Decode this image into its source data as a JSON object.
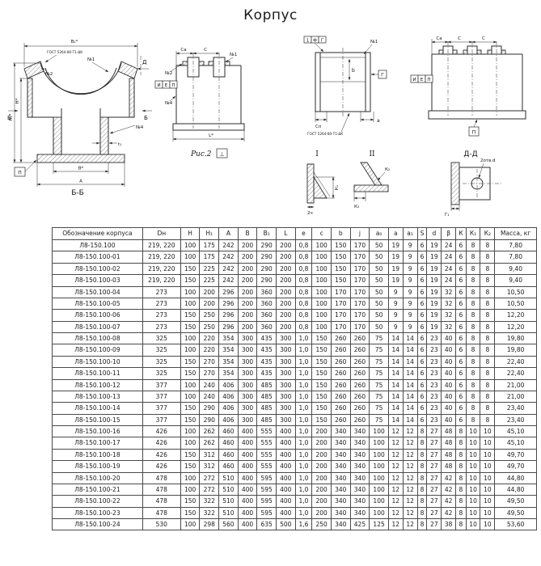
{
  "title": "Корпус",
  "drawings": {
    "bb": {
      "caption": "Б-Б",
      "dim_b1": "B₁*",
      "gost": "ГОСТ 5264-80-Т1-ΔК",
      "weld_no2": "№2",
      "weld_no1": "№1",
      "weld_no4": "№4",
      "section_d": "Д",
      "dim_h": "H*",
      "dim_h1": "H₁*",
      "section_b_left": "Б",
      "section_b_right": "Б",
      "t1": "t₁",
      "datum_p": "П",
      "dim_b": "B*",
      "dim_a": "A"
    },
    "front": {
      "caption": "Рис.2",
      "perp_symbol": "⊥",
      "dim_ca": "Cа",
      "dim_c": "C",
      "weld_no2": "№2",
      "weld_no1": "№1",
      "weld_no4": "№4",
      "datum1": "И",
      "datum2": "Е",
      "datum3": "П",
      "dim_l": "L*"
    },
    "side": {
      "datum1": "1",
      "datum2": "Ф",
      "datum3": "Г",
      "weld_no1": "№1",
      "dim_b_inner": "b",
      "dim_cp": "Cп",
      "dim_a": "a",
      "gost": "ГОСТ 5264-80-Т1-ΔК",
      "datum_g": "Г"
    },
    "back": {
      "dim_ca": "Cа",
      "dim_c1": "C",
      "dim_c2": "C",
      "datum1": "И",
      "datum2": "Е",
      "datum3": "П",
      "datum_p": "П"
    },
    "detail1": {
      "caption": "I",
      "dim_k1": "К₁",
      "note": "2ч"
    },
    "detail2": {
      "caption": "II",
      "dim_k2": "К₂",
      "dim_k3": "К₃"
    },
    "dd": {
      "caption": "Д-Д",
      "holes_note": "2отв.d",
      "dim_g1": "Г₁"
    }
  },
  "table": {
    "headers": [
      "Обозначение корпуса",
      "Dн",
      "H",
      "H₁",
      "A",
      "B",
      "B₁",
      "L",
      "e",
      "c",
      "b",
      "j",
      "a₀",
      "a",
      "a₁",
      "S",
      "d",
      "β",
      "К",
      "К₁",
      "К₂",
      "Масса, кг"
    ],
    "rows": [
      [
        "Л8-150.100",
        "219, 220",
        "100",
        "175",
        "242",
        "200",
        "290",
        "200",
        "0,8",
        "100",
        "150",
        "170",
        "50",
        "19",
        "9",
        "6",
        "19",
        "24",
        "6",
        "8",
        "8",
        "7,80"
      ],
      [
        "Л8-150.100-01",
        "219, 220",
        "100",
        "175",
        "242",
        "200",
        "290",
        "200",
        "0,8",
        "100",
        "150",
        "170",
        "50",
        "19",
        "9",
        "6",
        "19",
        "24",
        "6",
        "8",
        "8",
        "7,80"
      ],
      [
        "Л8-150.100-02",
        "219, 220",
        "150",
        "225",
        "242",
        "200",
        "290",
        "200",
        "0,8",
        "100",
        "150",
        "170",
        "50",
        "19",
        "9",
        "6",
        "19",
        "24",
        "6",
        "8",
        "8",
        "9,40"
      ],
      [
        "Л8-150.100-03",
        "219, 220",
        "150",
        "225",
        "242",
        "200",
        "290",
        "200",
        "0,8",
        "100",
        "150",
        "170",
        "50",
        "19",
        "9",
        "6",
        "19",
        "24",
        "6",
        "8",
        "8",
        "9,40"
      ],
      [
        "Л8-150.100-04",
        "273",
        "100",
        "200",
        "296",
        "200",
        "360",
        "200",
        "0,8",
        "100",
        "170",
        "170",
        "50",
        "9",
        "9",
        "6",
        "19",
        "32",
        "6",
        "8",
        "8",
        "10,50"
      ],
      [
        "Л8-150.100-05",
        "273",
        "100",
        "200",
        "296",
        "200",
        "360",
        "200",
        "0,8",
        "100",
        "170",
        "170",
        "50",
        "9",
        "9",
        "6",
        "19",
        "32",
        "6",
        "8",
        "8",
        "10,50"
      ],
      [
        "Л8-150.100-06",
        "273",
        "150",
        "250",
        "296",
        "200",
        "360",
        "200",
        "0,8",
        "100",
        "170",
        "170",
        "50",
        "9",
        "9",
        "6",
        "19",
        "32",
        "6",
        "8",
        "8",
        "12,20"
      ],
      [
        "Л8-150.100-07",
        "273",
        "150",
        "250",
        "296",
        "200",
        "360",
        "200",
        "0,8",
        "100",
        "170",
        "170",
        "50",
        "9",
        "9",
        "6",
        "19",
        "32",
        "6",
        "8",
        "8",
        "12,20"
      ],
      [
        "Л8-150.100-08",
        "325",
        "100",
        "220",
        "354",
        "300",
        "435",
        "300",
        "1,0",
        "150",
        "260",
        "260",
        "75",
        "14",
        "14",
        "6",
        "23",
        "40",
        "6",
        "8",
        "8",
        "19,80"
      ],
      [
        "Л8-150.100-09",
        "325",
        "100",
        "220",
        "354",
        "300",
        "435",
        "300",
        "1,0",
        "150",
        "260",
        "260",
        "75",
        "14",
        "14",
        "6",
        "23",
        "40",
        "6",
        "8",
        "8",
        "19,80"
      ],
      [
        "Л8-150.100-10",
        "325",
        "150",
        "270",
        "354",
        "300",
        "435",
        "300",
        "1,0",
        "150",
        "260",
        "260",
        "75",
        "14",
        "14",
        "6",
        "23",
        "40",
        "6",
        "8",
        "8",
        "22,40"
      ],
      [
        "Л8-150.100-11",
        "325",
        "150",
        "270",
        "354",
        "300",
        "435",
        "300",
        "1,0",
        "150",
        "260",
        "260",
        "75",
        "14",
        "14",
        "6",
        "23",
        "40",
        "6",
        "8",
        "8",
        "22,40"
      ],
      [
        "Л8-150.100-12",
        "377",
        "100",
        "240",
        "406",
        "300",
        "485",
        "300",
        "1,0",
        "150",
        "260",
        "260",
        "75",
        "14",
        "14",
        "6",
        "23",
        "40",
        "6",
        "8",
        "8",
        "21,00"
      ],
      [
        "Л8-150.100-13",
        "377",
        "100",
        "240",
        "406",
        "300",
        "485",
        "300",
        "1,0",
        "150",
        "260",
        "260",
        "75",
        "14",
        "14",
        "6",
        "23",
        "40",
        "6",
        "8",
        "8",
        "21,00"
      ],
      [
        "Л8-150.100-14",
        "377",
        "150",
        "290",
        "406",
        "300",
        "485",
        "300",
        "1,0",
        "150",
        "260",
        "260",
        "75",
        "14",
        "14",
        "6",
        "23",
        "40",
        "6",
        "8",
        "8",
        "23,40"
      ],
      [
        "Л8-150.100-15",
        "377",
        "150",
        "290",
        "406",
        "300",
        "485",
        "300",
        "1,0",
        "150",
        "260",
        "260",
        "75",
        "14",
        "14",
        "6",
        "23",
        "40",
        "6",
        "8",
        "8",
        "23,40"
      ],
      [
        "Л8-150.100-16",
        "426",
        "100",
        "262",
        "460",
        "400",
        "555",
        "400",
        "1,0",
        "200",
        "340",
        "340",
        "100",
        "12",
        "12",
        "8",
        "27",
        "48",
        "8",
        "10",
        "10",
        "45,10"
      ],
      [
        "Л8-150.100-17",
        "426",
        "100",
        "262",
        "460",
        "400",
        "555",
        "400",
        "1,0",
        "200",
        "340",
        "340",
        "100",
        "12",
        "12",
        "8",
        "27",
        "48",
        "8",
        "10",
        "10",
        "45,10"
      ],
      [
        "Л8-150.100-18",
        "426",
        "150",
        "312",
        "460",
        "400",
        "555",
        "400",
        "1,0",
        "200",
        "340",
        "340",
        "100",
        "12",
        "12",
        "8",
        "27",
        "48",
        "8",
        "10",
        "10",
        "49,70"
      ],
      [
        "Л8-150.100-19",
        "426",
        "150",
        "312",
        "460",
        "400",
        "555",
        "400",
        "1,0",
        "200",
        "340",
        "340",
        "100",
        "12",
        "12",
        "8",
        "27",
        "48",
        "8",
        "10",
        "10",
        "49,70"
      ],
      [
        "Л8-150.100-20",
        "478",
        "100",
        "272",
        "510",
        "400",
        "595",
        "400",
        "1,0",
        "200",
        "340",
        "340",
        "100",
        "12",
        "12",
        "8",
        "27",
        "42",
        "8",
        "10",
        "10",
        "44,80"
      ],
      [
        "Л8-150.100-21",
        "478",
        "100",
        "272",
        "510",
        "400",
        "595",
        "400",
        "1,0",
        "200",
        "340",
        "340",
        "100",
        "12",
        "12",
        "8",
        "27",
        "42",
        "8",
        "10",
        "10",
        "44,80"
      ],
      [
        "Л8-150.100-22",
        "478",
        "150",
        "322",
        "510",
        "400",
        "595",
        "400",
        "1,0",
        "200",
        "340",
        "340",
        "100",
        "12",
        "12",
        "8",
        "27",
        "42",
        "8",
        "10",
        "10",
        "49,50"
      ],
      [
        "Л8-150.100-23",
        "478",
        "150",
        "322",
        "510",
        "400",
        "595",
        "400",
        "1,0",
        "200",
        "340",
        "340",
        "100",
        "12",
        "12",
        "8",
        "27",
        "42",
        "8",
        "10",
        "10",
        "49,50"
      ],
      [
        "Л8-150.100-24",
        "530",
        "100",
        "298",
        "560",
        "400",
        "635",
        "500",
        "1,6",
        "250",
        "340",
        "425",
        "125",
        "12",
        "12",
        "8",
        "27",
        "38",
        "8",
        "10",
        "10",
        "53,60"
      ]
    ]
  }
}
